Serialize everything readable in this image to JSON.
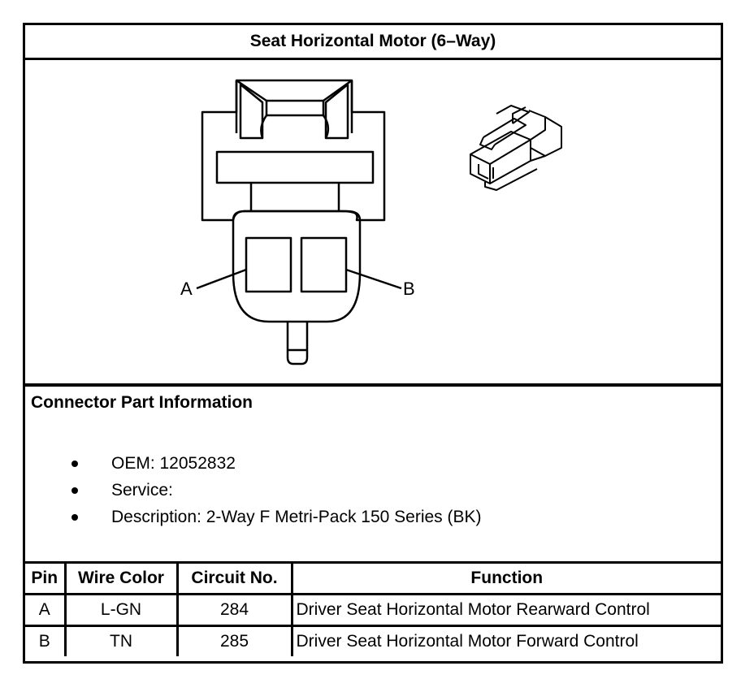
{
  "title": "Seat Horizontal Motor (6–Way)",
  "drawing": {
    "pin_label_a": "A",
    "pin_label_b": "B"
  },
  "connector_info": {
    "heading": "Connector Part Information",
    "items": [
      "OEM: 12052832",
      "Service:",
      "Description: 2-Way F Metri-Pack 150 Series (BK)"
    ]
  },
  "pin_table": {
    "headers": [
      "Pin",
      "Wire Color",
      "Circuit No.",
      "Function"
    ],
    "rows": [
      [
        "A",
        "L-GN",
        "284",
        "Driver Seat Horizontal Motor Rearward Control"
      ],
      [
        "B",
        "TN",
        "285",
        "Driver Seat Horizontal Motor Forward Control"
      ]
    ]
  }
}
